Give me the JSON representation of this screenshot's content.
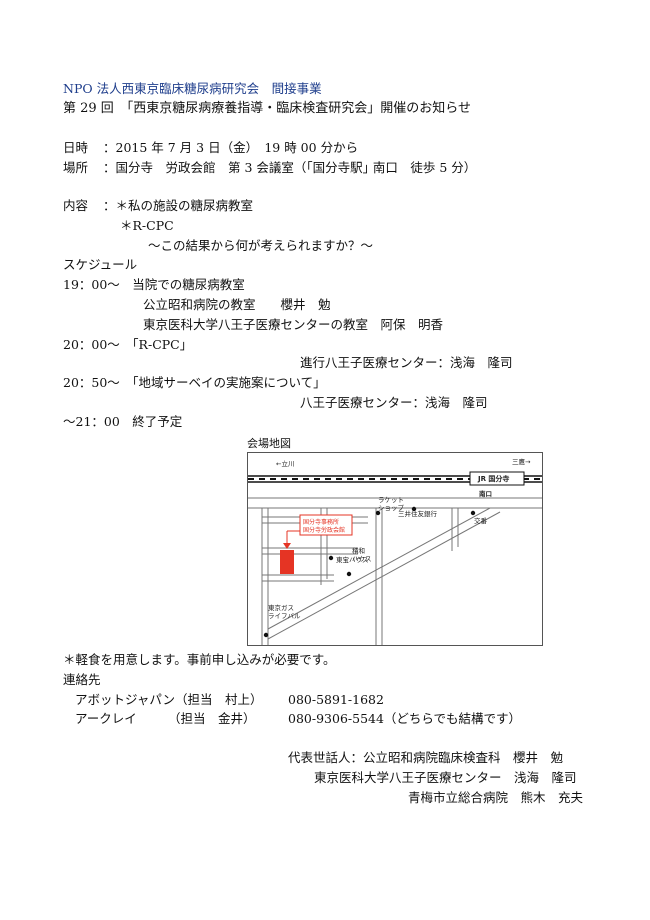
{
  "header": {
    "org": "NPO 法人西東京臨床糖尿病研究会　間接事業",
    "title": "第 29 回　「西東京糖尿病療養指導・臨床検査研究会」開催のお知らせ"
  },
  "datetime": {
    "label": "日時",
    "value": "：2015 年 7 月 3 日（金）　19 時 00 分から"
  },
  "venue": {
    "label": "場所",
    "value": "：国分寺　労政会館　第 3 会議室（｢国分寺駅｣ 南口　徒歩 5 分）"
  },
  "content": {
    "label": "内容",
    "line1": "：＊私の施設の糖尿病教室",
    "line2": "＊R-CPC",
    "line3": "～この結果から何が考えられますか？～"
  },
  "schedule": {
    "heading": "スケジュール",
    "line1": "19：00～　当院での糖尿病教室",
    "line2": "公立昭和病院の教室　　櫻井　勉",
    "line3": "東京医科大学八王子医療センターの教室　阿保　明香",
    "line4": "20：00～　「R-CPC」",
    "line5": "進行八王子医療センター：浅海　隆司",
    "line6": "20：50～　「地域サーベイの実施案について」",
    "line7": "八王子医療センター：浅海　隆司",
    "line8": "～21：00　終了予定"
  },
  "map": {
    "caption": "会場地図",
    "tachikawa": "←立川",
    "mitaka": "三鷹→",
    "station": "JR 国分寺",
    "south_exit": "南口",
    "racket_1": "ラケット",
    "racket_2": "ショップ",
    "bank": "三井住友銀行",
    "koban": "交番",
    "venue_1": "国分寺事務所",
    "venue_2": "国分寺労政会館",
    "toho": "東宝ハウス",
    "sekiwa_1": "積和",
    "sekiwa_2": "ハウス",
    "gas_1": "東京ガス",
    "gas_2": "ライフバル"
  },
  "notes": {
    "meal": "＊軽食を用意します。事前申し込みが必要です。",
    "contact_heading": "連絡先",
    "contact1_name": "アボットジャパン（担当　村上）",
    "contact1_phone": "080-5891-1682",
    "contact2_name": "アークレイ　　　（担当　金井）",
    "contact2_phone": "080-9306-5544（どちらでも結構です）"
  },
  "organizers": {
    "line1": "代表世話人：公立昭和病院臨床検査科　櫻井　勉",
    "line2": "東京医科大学八王子医療センター　浅海　隆司",
    "line3": "青梅市立総合病院　熊木　充夫"
  },
  "colors": {
    "header_blue": "#1f3e8c",
    "venue_red": "#e53424"
  }
}
